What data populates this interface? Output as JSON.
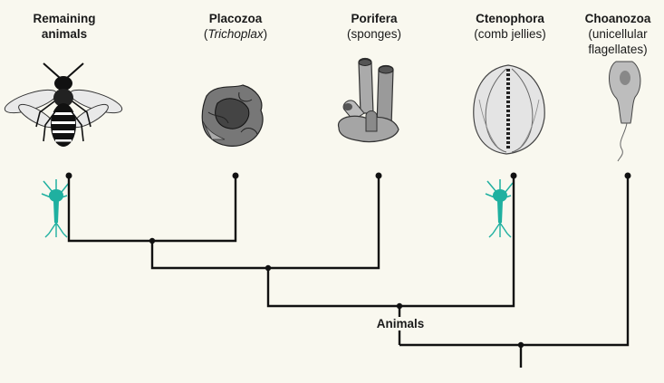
{
  "taxa": [
    {
      "name": "Remaining\nanimals",
      "sub": ""
    },
    {
      "name": "Placozoa",
      "sub": "(Trichoplax)",
      "sub_italic_part": "Trichoplax"
    },
    {
      "name": "Porifera",
      "sub": "(sponges)"
    },
    {
      "name": "Ctenophora",
      "sub": "(comb jellies)"
    },
    {
      "name": "Choanozoa",
      "sub": "(unicellular\nflagellates)"
    }
  ],
  "clade_label": "Animals",
  "icons": [
    "wasp-icon",
    "placozoan-icon",
    "sponge-icon",
    "comb-jelly-icon",
    "choanoflagellate-icon",
    "neuron-icon"
  ],
  "colors": {
    "neuron": "#1fb0a0",
    "background": "#f9f8ef"
  }
}
